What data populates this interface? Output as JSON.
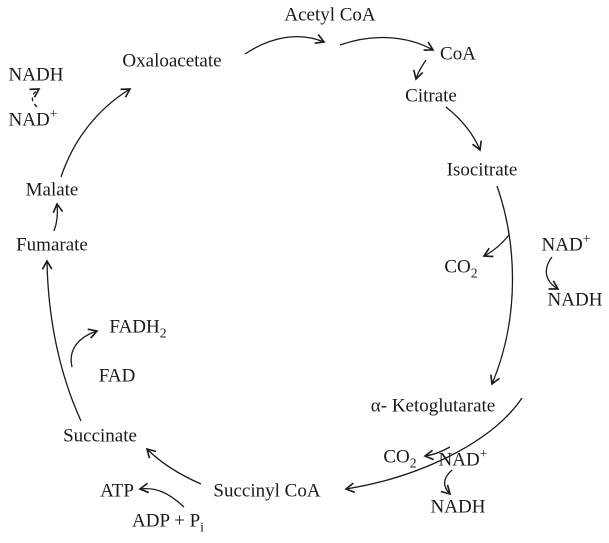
{
  "diagram": {
    "name": "citric-acid-cycle",
    "colors": {
      "background": "#ffffff",
      "ink": "#1a1a1a"
    },
    "labels": {
      "acetyl_coa": "Acetyl CoA",
      "coa": "CoA",
      "citrate": "Citrate",
      "isocitrate": "Isocitrate",
      "alpha_ketoglutarate": "α- Ketoglutarate",
      "succinyl_coa": "Succinyl CoA",
      "succinate": "Succinate",
      "fumarate": "Fumarate",
      "malate": "Malate",
      "oxaloacetate": "Oxaloacetate",
      "atp": "ATP",
      "adp_base": "ADP + P",
      "adp_sub": "i",
      "fad": "FAD",
      "fadh_base": "FADH",
      "fadh_sub": "2",
      "co2_base": "CO",
      "co2_sub": "2",
      "nad_base": "NAD",
      "nad_sup": "+",
      "nadh": "NADH"
    }
  }
}
